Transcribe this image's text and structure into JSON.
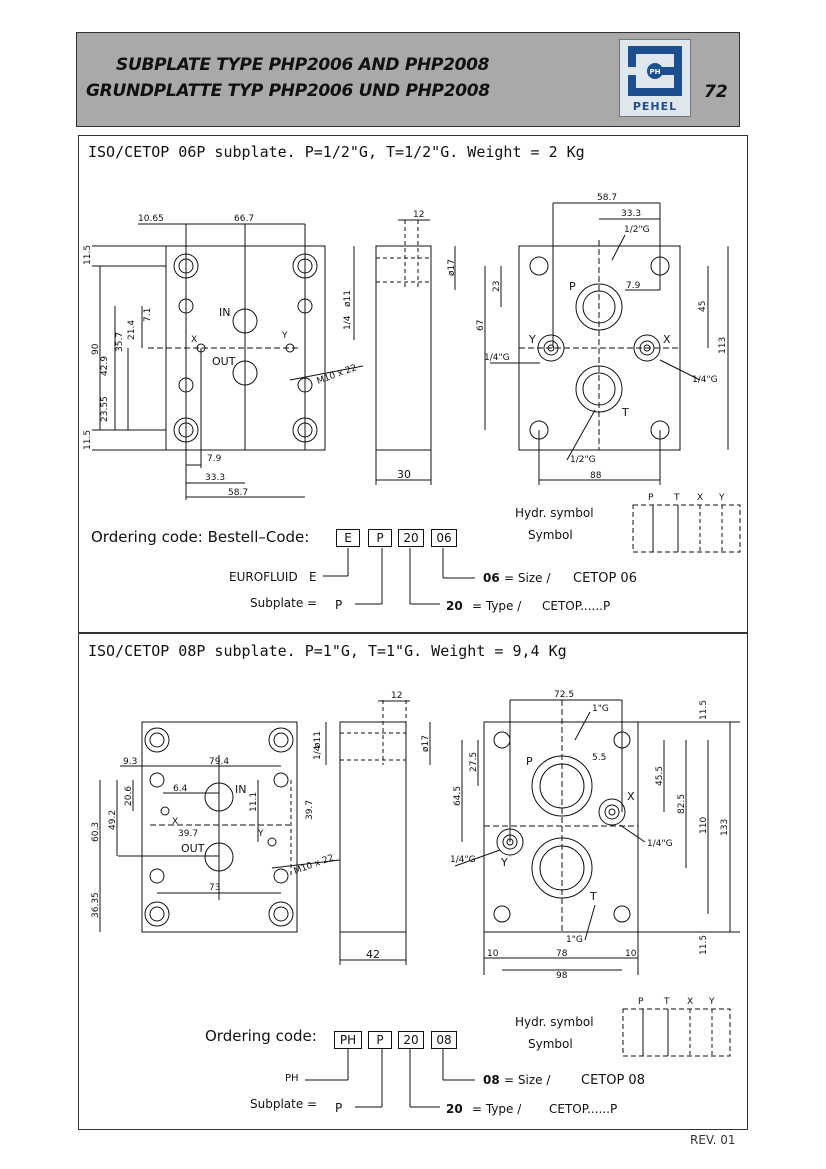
{
  "header": {
    "title_en": "SUBPLATE TYPE PHP2006 AND PHP2008",
    "title_de": "GRUNDPLATTE TYP PHP2006 UND PHP2008",
    "page_number": "72",
    "logo_text": "PEHEL",
    "logo_mark": "PH"
  },
  "section1": {
    "heading": "ISO/CETOP 06P subplate. P=1/2\"G, T=1/2\"G. Weight = 2 Kg",
    "ordering_label": "Ordering code:  Bestell–Code:",
    "codes": [
      "E",
      "P",
      "20",
      "06"
    ],
    "hydr_symbol": "Hydr. symbol",
    "symbol": "Symbol",
    "eurofluid": "EUROFLUID",
    "eurofluid_code": "E",
    "subplate": "Subplate =",
    "subplate_code": "P",
    "size_code": "06",
    "size_text": "= Size /",
    "size_value": "CETOP 06",
    "type_code": "20",
    "type_text": "= Type /",
    "type_value": "CETOP......P",
    "ports": [
      "P",
      "T",
      "X",
      "Y"
    ],
    "drawing": {
      "dims": {
        "d1065": "10.65",
        "d667": "66.7",
        "d115a": "11.5",
        "d115b": "11.5",
        "d90": "90",
        "d429": "42.9",
        "d357": "35.7",
        "d214": "21.4",
        "d71": "7.1",
        "d2355": "23.55",
        "d79": "7.9",
        "d333": "33.3",
        "d587": "58.7",
        "in": "IN",
        "out": "OUT",
        "x": "X",
        "y": "Y",
        "m10": "M10 x 22",
        "s12": "12",
        "s17": "ø17",
        "s11": "ø11",
        "s1_4": "1/4",
        "s30": "30",
        "r587": "58.7",
        "r333": "33.3",
        "r12g": "1/2\"G",
        "r23": "23",
        "r79": "7.9",
        "r45": "45",
        "r67": "67",
        "r113": "113",
        "r14g_l": "1/4\"G",
        "r14g_r": "1/4\"G",
        "r12g_b": "1/2\"G",
        "r88": "88",
        "rp": "P",
        "rt": "T",
        "rx": "X",
        "ry": "Y"
      }
    }
  },
  "section2": {
    "heading": "ISO/CETOP 08P subplate. P=1\"G, T=1\"G. Weight = 9,4 Kg",
    "ordering_label": "Ordering code:",
    "codes": [
      "PH",
      "P",
      "20",
      "08"
    ],
    "hydr_symbol": "Hydr. symbol",
    "symbol": "Symbol",
    "ph_label": "PH",
    "subplate": "Subplate =",
    "subplate_code": "P",
    "size_code": "08",
    "size_text": "= Size /",
    "size_value": "CETOP 08",
    "type_code": "20",
    "type_text": "= Type /",
    "type_value": "CETOP......P",
    "ports": [
      "P",
      "T",
      "X",
      "Y"
    ],
    "drawing": {
      "dims": {
        "d93": "9.3",
        "d794": "79.4",
        "d64": "6.4",
        "d206": "20.6",
        "d111": "11.1",
        "d603": "60.3",
        "d492": "49.2",
        "d397a": "39.7",
        "d397b": "39.7",
        "d73": "73",
        "d3635": "36.35",
        "in": "IN",
        "out": "OUT",
        "x": "X",
        "y": "Y",
        "m10": "M10 x 22",
        "s12": "12",
        "s11": "ø11",
        "s17": "ø17",
        "s1_4": "1/4",
        "s42": "42",
        "r725": "72.5",
        "r1g": "1\"G",
        "r275": "27.5",
        "r55": "5.5",
        "r455": "45.5",
        "r825": "82.5",
        "r110": "110",
        "r133": "133",
        "r645": "64.5",
        "r115a": "11.5",
        "r115b": "11.5",
        "r14g_l": "1/4\"G",
        "r14g_r": "1/4\"G",
        "r1g_b": "1\"G",
        "r10a": "10",
        "r78": "78",
        "r10b": "10",
        "r98": "98",
        "rp": "P",
        "rt": "T",
        "rx": "X",
        "ry": "Y"
      }
    }
  },
  "footer": {
    "revision": "REV. 01"
  }
}
